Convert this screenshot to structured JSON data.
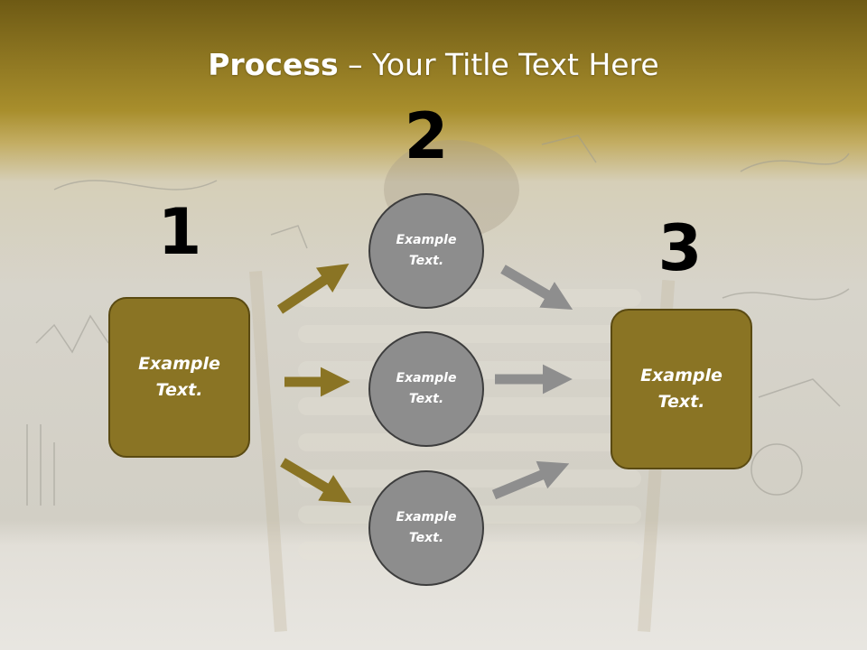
{
  "title": {
    "bold": "Process",
    "rest": " – Your Title Text Here"
  },
  "steps": [
    {
      "number": "1",
      "text": "Example Text."
    },
    {
      "number": "2",
      "text": "Example Text."
    },
    {
      "number": "3",
      "text": "Example Text."
    }
  ],
  "circles": [
    {
      "text": "Example Text."
    },
    {
      "text": "Example Text."
    },
    {
      "text": "Example Text."
    }
  ],
  "colors": {
    "box_fill": "#8a7424",
    "box_border": "#5a4a12",
    "circle_fill": "#8d8d8d",
    "circle_border": "#3d3d3d",
    "arrow_gold": "#8a7424",
    "arrow_gray": "#8e8e8e",
    "header_gold": "#8a7320"
  }
}
